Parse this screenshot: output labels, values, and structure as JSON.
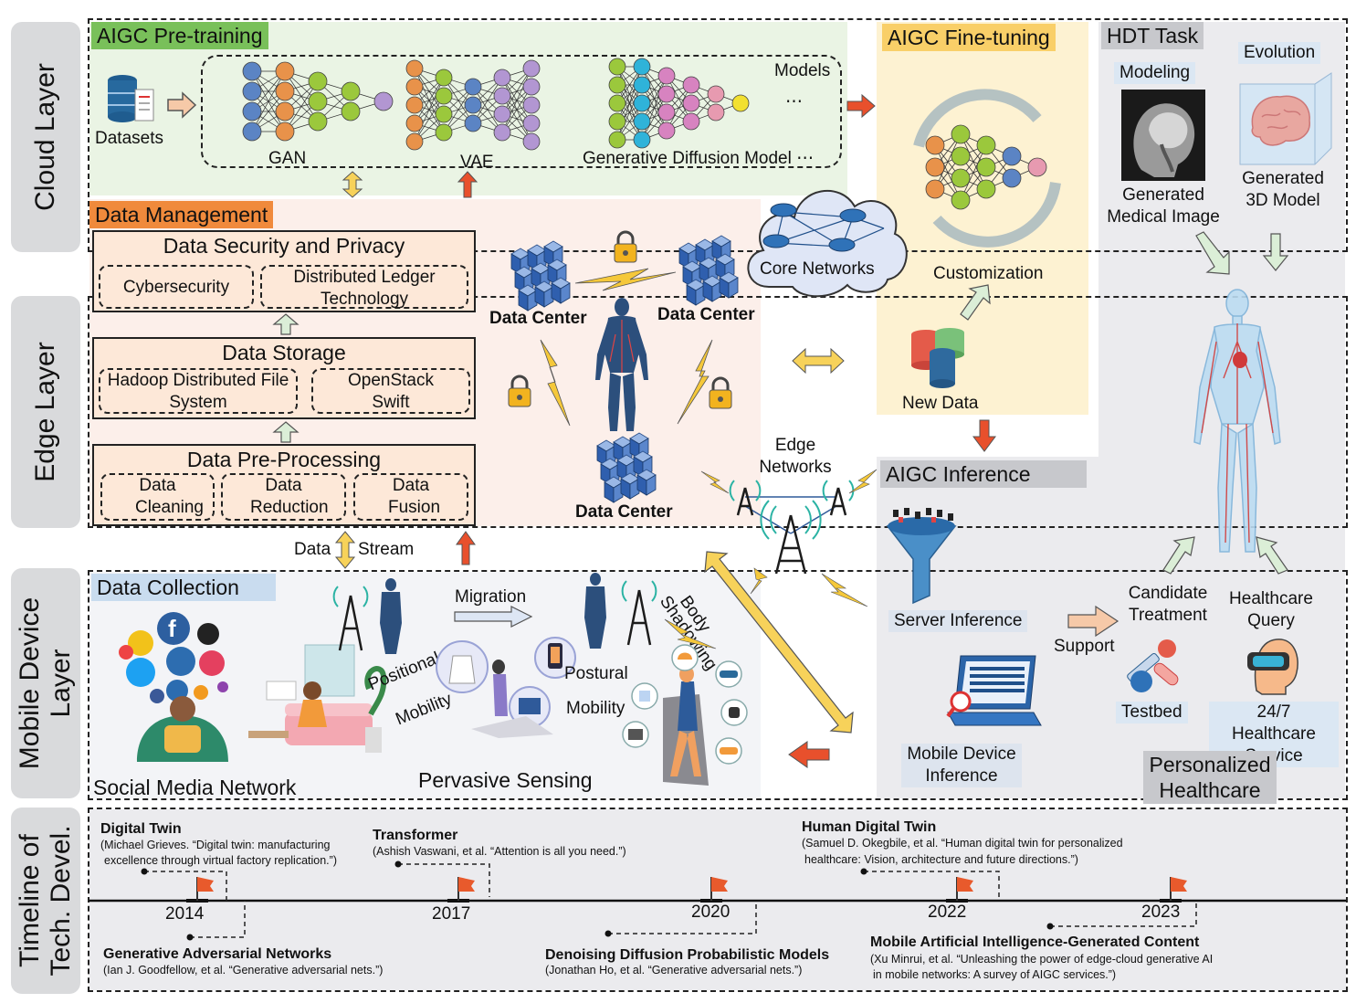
{
  "layers": {
    "cloud": "Cloud Layer",
    "edge": "Edge Layer",
    "mobile": "Mobile Device Layer",
    "timeline": "Timeline of Tech. Devel."
  },
  "pretraining": {
    "title": "AIGC Pre-training",
    "datasets": "Datasets",
    "models_label": "Models",
    "gan": "GAN",
    "vae": "VAE",
    "diffusion": "Generative Diffusion Model ⋯",
    "ellipsis": "⋯"
  },
  "finetuning": {
    "title": "AIGC Fine-tuning",
    "customization": "Customization",
    "new_data": "New Data"
  },
  "hdt": {
    "title": "HDT Task",
    "modeling": "Modeling",
    "evolution": "Evolution",
    "medical_image": "Generated Medical Image",
    "model_3d": "Generated 3D Model"
  },
  "data_management": {
    "title": "Data Management",
    "security": "Data Security and Privacy",
    "cybersecurity": "Cybersecurity",
    "ledger": "Distributed Ledger Technology",
    "storage": "Data Storage",
    "hadoop": "Hadoop Distributed File System",
    "openstack": "OpenStack Swift",
    "preprocessing": "Data Pre-Processing",
    "cleaning": "Data Cleaning",
    "reduction": "Data Reduction",
    "fusion": "Data Fusion"
  },
  "network": {
    "data_center": "Data Center",
    "core_networks": "Core Networks",
    "edge_networks": "Edge Networks"
  },
  "inference": {
    "title": "AIGC Inference",
    "server": "Server Inference",
    "mobile": "Mobile Device Inference",
    "support": "Support",
    "candidate": "Candidate Treatment",
    "query": "Healthcare Query",
    "testbed": "Testbed",
    "service": "24/7 Healthcare Service",
    "personalized": "Personalized Healthcare"
  },
  "mobile": {
    "data_stream_a": "Data",
    "data_stream_b": "Stream",
    "collection": "Data Collection",
    "social": "Social Media Network",
    "pervasive": "Pervasive Sensing",
    "migration": "Migration",
    "positional": "Positional",
    "mobility": "Mobility",
    "postural": "Postural",
    "postural_mobility": "Mobility",
    "body": "Body",
    "shadowing": "Shadowing"
  },
  "timeline": [
    {
      "title": "Digital Twin",
      "cite1": "(Michael Grieves. “Digital twin: manufacturing",
      "cite2": "excellence through virtual factory replication.”)",
      "year": "2014"
    },
    {
      "title": "Generative Adversarial Networks",
      "cite1": "(Ian J. Goodfellow, et al. “Generative adversarial nets.”)"
    },
    {
      "title": "Transformer",
      "cite1": "(Ashish Vaswani, et al. “Attention is all you need.”)",
      "year": "2017"
    },
    {
      "title": "Denoising Diffusion Probabilistic Models",
      "cite1": "(Jonathan Ho, et al. “Generative adversarial nets.”)",
      "year": "2020"
    },
    {
      "title": "Human Digital Twin",
      "cite1": "(Samuel D. Okegbile, et al. “Human digital twin for personalized",
      "cite2": "healthcare: Vision, architecture and future directions.”)",
      "year": "2022"
    },
    {
      "title": "Mobile Artificial Intelligence-Generated Content",
      "cite1": "(Xu Minrui, et al. “Unleashing the power of edge-cloud generative AI",
      "cite2": "in mobile networks: A survey of AIGC services.”)",
      "year": "2023"
    }
  ],
  "colors": {
    "green_region": "#eaf4e4",
    "green_header": "#79c05a",
    "orange_header": "#f08a3c",
    "peach_region": "#fdf0ea",
    "yellow_region": "#fdf2d2",
    "yellow_header": "#f9cf68",
    "gray_region": "#ebebee",
    "gray_header": "#c7c8cc",
    "blue_chip": "#c9dcef"
  }
}
